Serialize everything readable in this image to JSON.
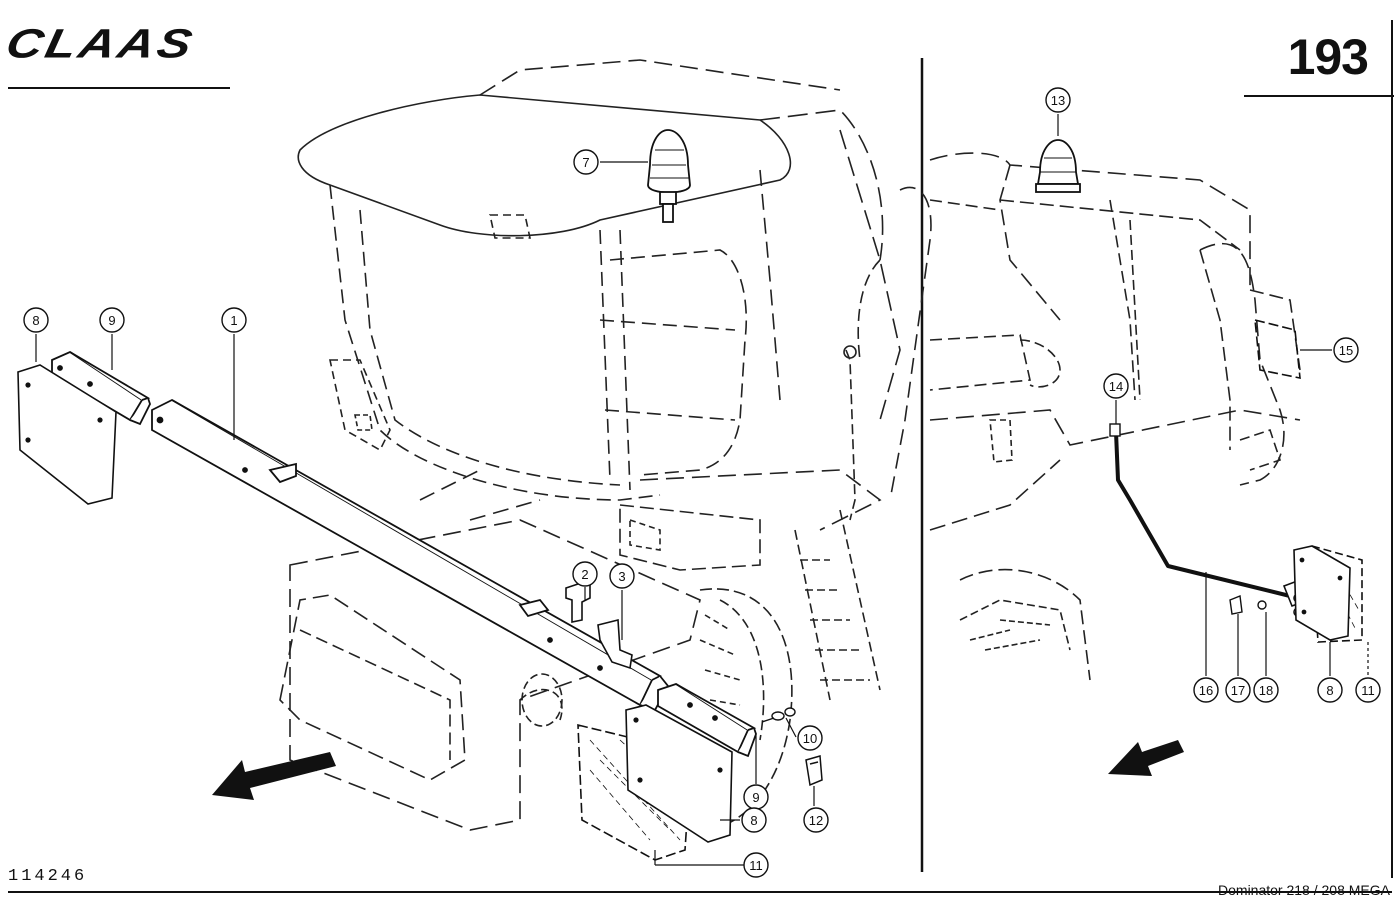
{
  "header": {
    "brand": "CLAAS",
    "page_number": "193"
  },
  "footer": {
    "drawing_number": "114246",
    "model": "Dominator 218 / 208 MEGA"
  },
  "callouts": [
    "1",
    "2",
    "3",
    "7",
    "8",
    "9",
    "10",
    "11",
    "12",
    "13",
    "14",
    "15",
    "16",
    "17",
    "18"
  ],
  "left_view": {
    "callouts": [
      {
        "id": "c1",
        "label": "1"
      },
      {
        "id": "c2",
        "label": "2"
      },
      {
        "id": "c3",
        "label": "3"
      },
      {
        "id": "c7",
        "label": "7"
      },
      {
        "id": "c8a",
        "label": "8"
      },
      {
        "id": "c9a",
        "label": "9"
      },
      {
        "id": "c9b",
        "label": "9"
      },
      {
        "id": "c8b",
        "label": "8"
      },
      {
        "id": "c10",
        "label": "10"
      },
      {
        "id": "c11a",
        "label": "11"
      },
      {
        "id": "c12",
        "label": "12"
      }
    ]
  },
  "right_view": {
    "callouts": [
      {
        "id": "c13",
        "label": "13"
      },
      {
        "id": "c14",
        "label": "14"
      },
      {
        "id": "c15",
        "label": "15"
      },
      {
        "id": "c16",
        "label": "16"
      },
      {
        "id": "c17",
        "label": "17"
      },
      {
        "id": "c18",
        "label": "18"
      },
      {
        "id": "c8c",
        "label": "8"
      },
      {
        "id": "c11b",
        "label": "11"
      }
    ]
  },
  "icons": [
    "direction-arrow-icon",
    "beacon-lamp-icon",
    "warning-plate-icon"
  ]
}
